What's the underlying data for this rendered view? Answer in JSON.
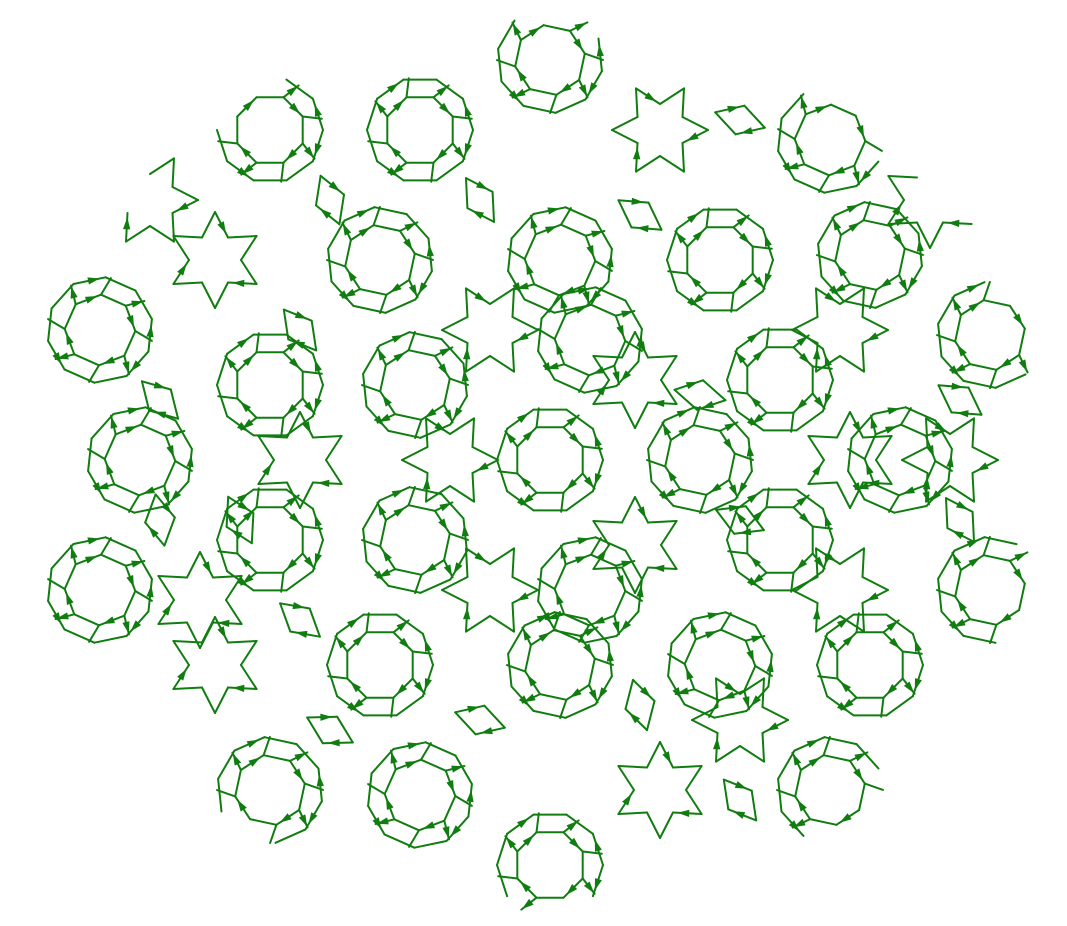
{
  "diagram": {
    "kind": "directed aperiodic tiling graph",
    "stroke_color": "#117d11",
    "arrow_color": "#117d11",
    "background": "#ffffff",
    "motifs": [
      "decagon-ring",
      "hexagram",
      "rhombus"
    ],
    "labels": []
  }
}
